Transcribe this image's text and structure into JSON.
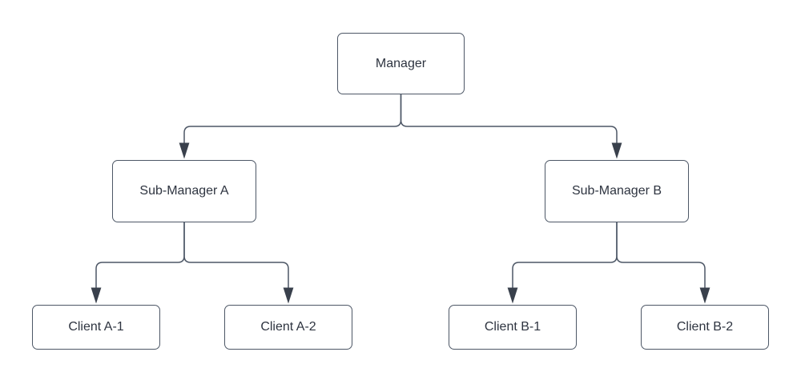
{
  "diagram": {
    "type": "org-chart",
    "nodes": [
      {
        "id": "manager",
        "label": "Manager",
        "level": 0
      },
      {
        "id": "sub-manager-a",
        "label": "Sub-Manager A",
        "level": 1
      },
      {
        "id": "sub-manager-b",
        "label": "Sub-Manager B",
        "level": 1
      },
      {
        "id": "client-a-1",
        "label": "Client A-1",
        "level": 2
      },
      {
        "id": "client-a-2",
        "label": "Client A-2",
        "level": 2
      },
      {
        "id": "client-b-1",
        "label": "Client B-1",
        "level": 2
      },
      {
        "id": "client-b-2",
        "label": "Client B-2",
        "level": 2
      }
    ],
    "edges": [
      {
        "from": "manager",
        "to": "sub-manager-a",
        "arrow": "down"
      },
      {
        "from": "manager",
        "to": "sub-manager-b",
        "arrow": "down"
      },
      {
        "from": "sub-manager-a",
        "to": "client-a-1",
        "arrow": "down"
      },
      {
        "from": "sub-manager-a",
        "to": "client-a-2",
        "arrow": "down"
      },
      {
        "from": "sub-manager-b",
        "to": "client-b-1",
        "arrow": "down"
      },
      {
        "from": "sub-manager-b",
        "to": "client-b-2",
        "arrow": "down"
      }
    ],
    "colors": {
      "background": "#ffffff",
      "node_fill": "#ffffff",
      "node_border": "#4d5766",
      "connector": "#4d5766",
      "arrowhead": "#39404c",
      "text": "#2e3440"
    }
  }
}
